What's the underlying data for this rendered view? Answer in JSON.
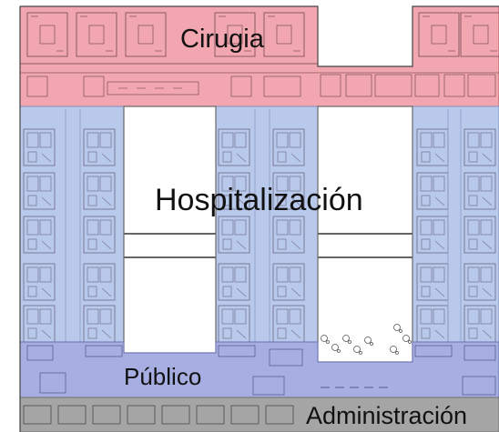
{
  "zones": {
    "cirugia": {
      "label": "Cirugia",
      "color": "#f2a6b0"
    },
    "hospitalizacion": {
      "label": "Hospitalización",
      "color": "#b9c9ec"
    },
    "publico": {
      "label": "Público",
      "color": "#a6aee2"
    },
    "administracion": {
      "label": "Administración",
      "color": "#a5a5a5"
    }
  }
}
